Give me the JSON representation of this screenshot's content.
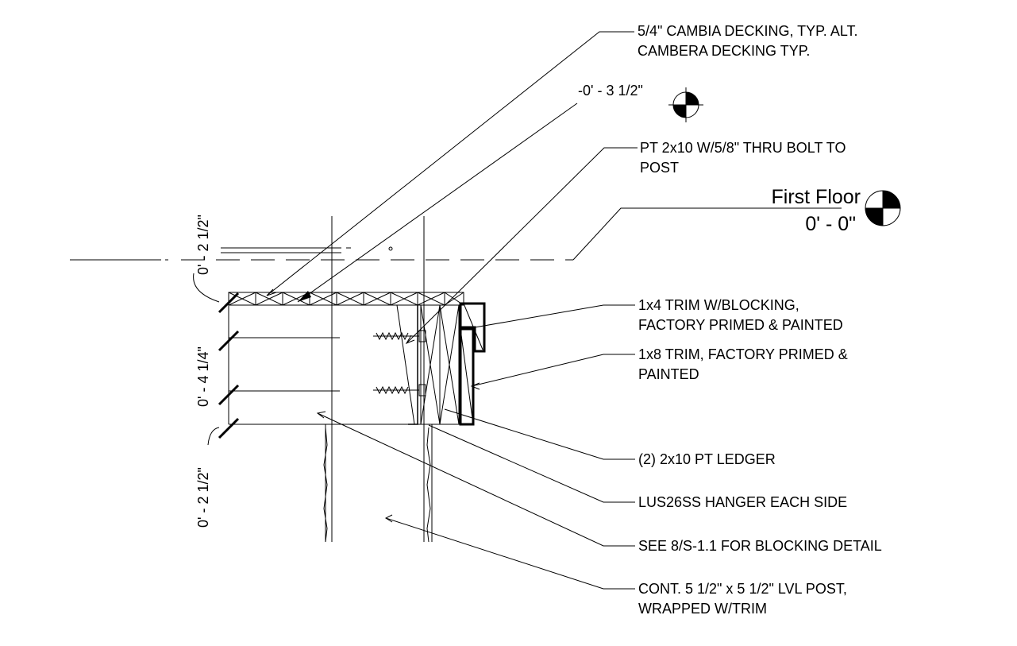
{
  "notes": {
    "decking": [
      "5/4\" CAMBIA DECKING, TYP. ALT.",
      "CAMBERA DECKING TYP."
    ],
    "rim_joist": [
      "PT 2x10 W/5/8\" THRU BOLT TO",
      "POST"
    ],
    "trim_1x4": [
      "1x4 TRIM W/BLOCKING,",
      "FACTORY PRIMED & PAINTED"
    ],
    "trim_1x8": [
      "1x8 TRIM, FACTORY PRIMED &",
      "PAINTED"
    ],
    "ledger": [
      "(2) 2x10 PT LEDGER"
    ],
    "hanger": [
      "LUS26SS HANGER EACH SIDE"
    ],
    "blocking": [
      "SEE 8/S-1.1 FOR BLOCKING DETAIL"
    ],
    "post": [
      "CONT. 5 1/2\" x  5 1/2\" LVL POST,",
      "WRAPPED W/TRIM"
    ]
  },
  "levels": {
    "deck_top": {
      "value": "-0' - 3 1/2\""
    },
    "first_floor": {
      "name": "First Floor",
      "value": "0' - 0\""
    }
  },
  "dimensions": {
    "top": "0' - 2 1/2\"",
    "middle": "0' - 4 1/4\"",
    "bottom": "0' - 2 1/2\""
  }
}
